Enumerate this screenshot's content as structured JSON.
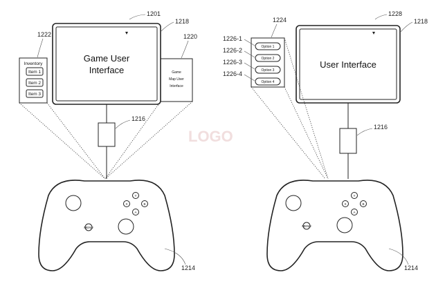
{
  "left": {
    "screen_ref": "1201",
    "screen_frame_ref": "1218",
    "screen_title_line1": "Game User",
    "screen_title_line2": "Interface",
    "inventory_ref": "1222",
    "inventory_title": "Inventory",
    "inventory_items": [
      "Item 1",
      "Item 2",
      "Item 3"
    ],
    "map_ref": "1220",
    "map_line1": "Game",
    "map_line2": "Map User",
    "map_line3": "Interface",
    "dongle_ref": "1216",
    "controller_ref": "1214",
    "menu_label": "MENU",
    "face_buttons": [
      "Y",
      "X",
      "B",
      "A"
    ]
  },
  "right": {
    "screen_ref": "1228",
    "screen_frame_ref": "1218",
    "screen_title": "User Interface",
    "options_ref": "1224",
    "option_refs": [
      "1226-1",
      "1226-2",
      "1226-3",
      "1226-4"
    ],
    "options": [
      "Option 1",
      "Option 2",
      "Option 3",
      "Option 4"
    ],
    "dongle_ref": "1216",
    "controller_ref": "1214",
    "menu_label": "MENU",
    "face_buttons": [
      "Y",
      "X",
      "B",
      "A"
    ]
  }
}
